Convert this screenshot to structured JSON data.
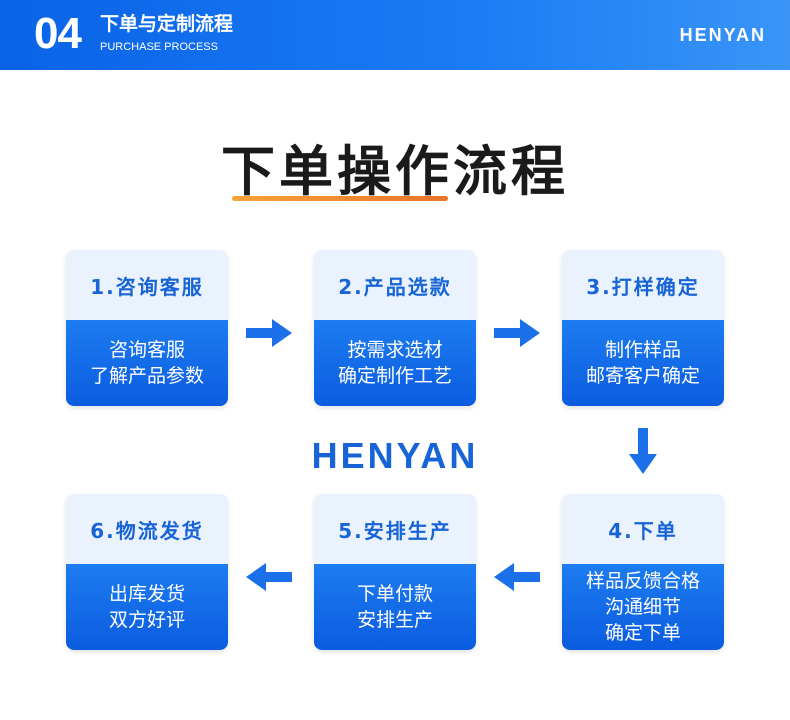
{
  "header": {
    "section_number": "04",
    "title_cn": "下单与定制流程",
    "title_en": "PURCHASE PROCESS",
    "brand": "HENYAN"
  },
  "main_title": "下单操作流程",
  "watermark_brand": "HENYAN",
  "steps": [
    {
      "title": "1.咨询客服",
      "lines": [
        "咨询客服",
        "了解产品参数"
      ]
    },
    {
      "title": "2.产品选款",
      "lines": [
        "按需求选材",
        "确定制作工艺"
      ]
    },
    {
      "title": "3.打样确定",
      "lines": [
        "制作样品",
        "邮寄客户确定"
      ]
    },
    {
      "title": "4.下单",
      "lines": [
        "样品反馈合格",
        "沟通细节",
        "确定下单"
      ]
    },
    {
      "title": "5.安排生产",
      "lines": [
        "下单付款",
        "安排生产"
      ]
    },
    {
      "title": "6.物流发货",
      "lines": [
        "出库发货",
        "双方好评"
      ]
    }
  ],
  "colors": {
    "accent_blue": "#1764d6",
    "card_blue": "#0b5ce0",
    "underline_orange": "#f08a30"
  }
}
